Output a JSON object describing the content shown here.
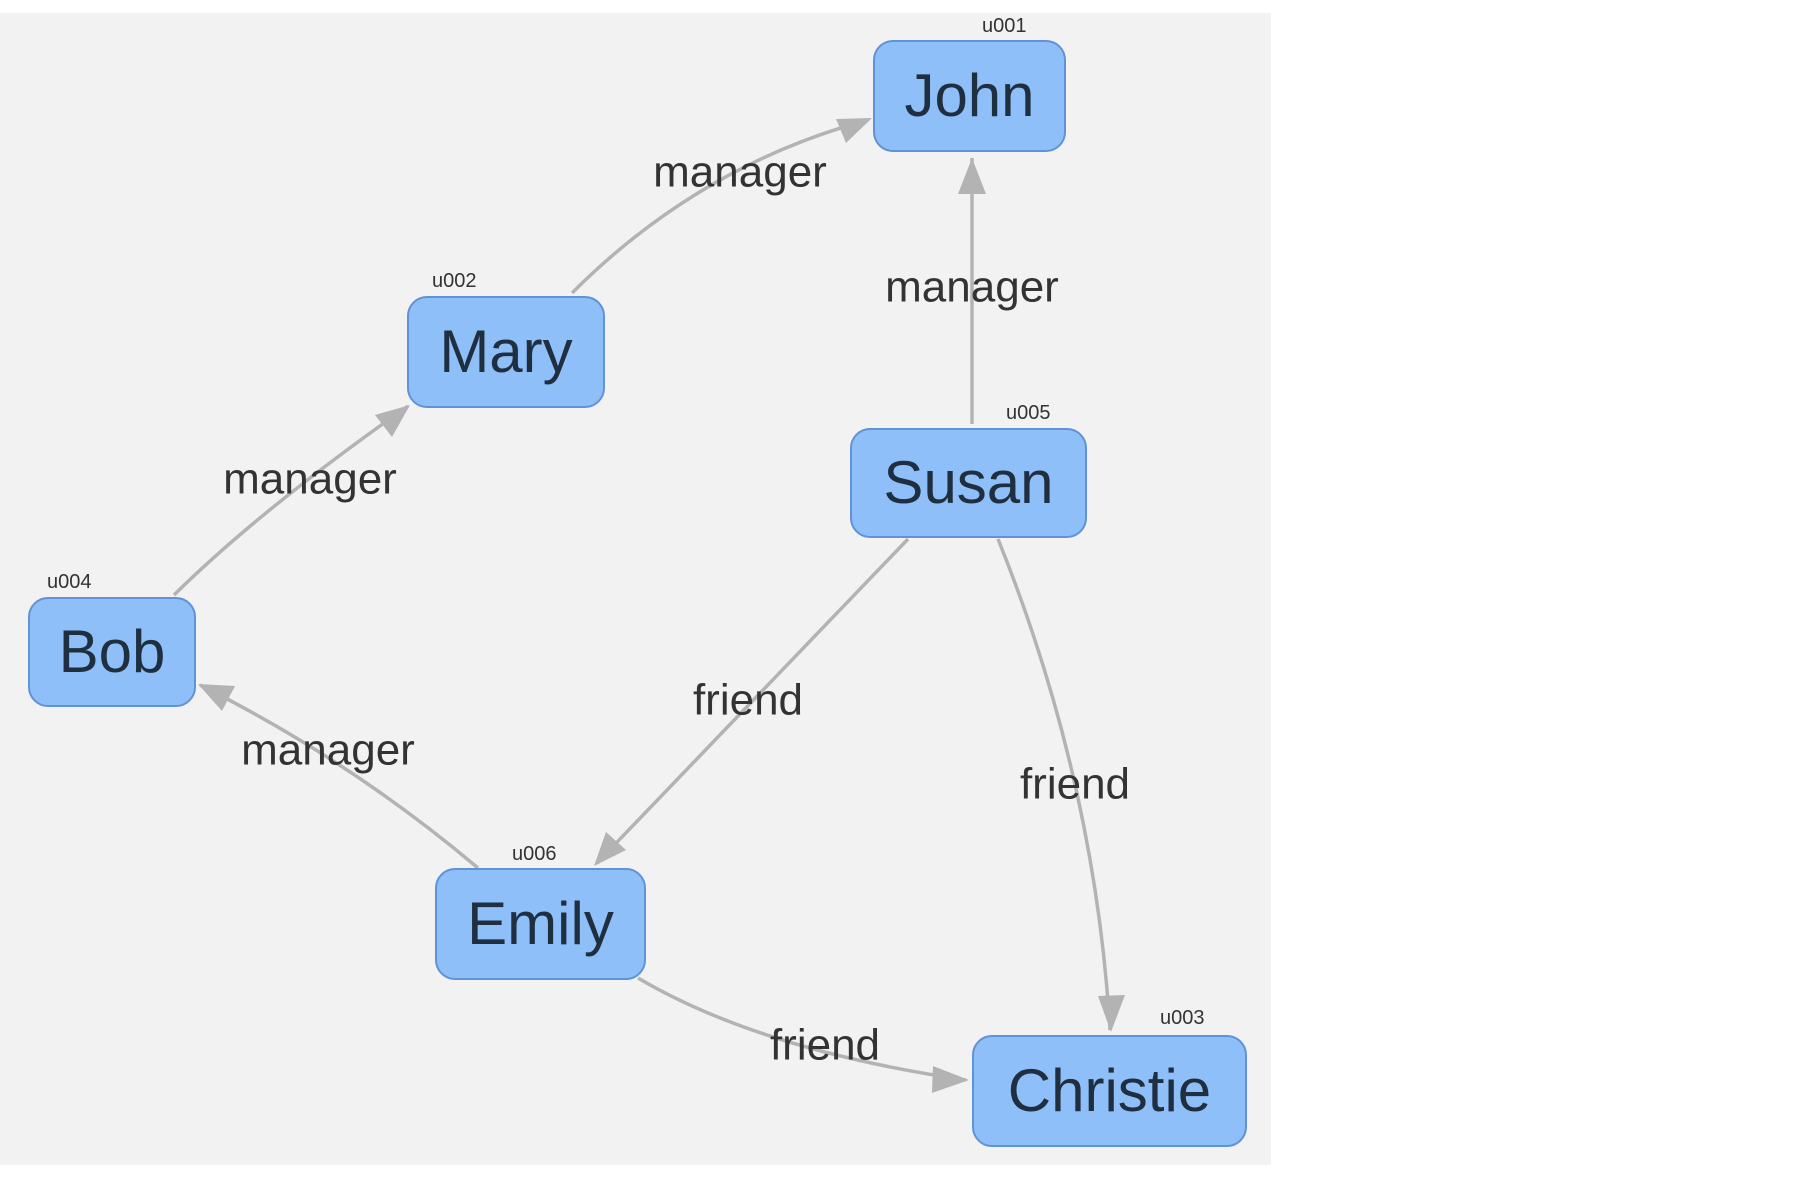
{
  "diagram": {
    "nodes": [
      {
        "key": "john",
        "name": "John",
        "id": "u001"
      },
      {
        "key": "mary",
        "name": "Mary",
        "id": "u002"
      },
      {
        "key": "susan",
        "name": "Susan",
        "id": "u005"
      },
      {
        "key": "bob",
        "name": "Bob",
        "id": "u004"
      },
      {
        "key": "emily",
        "name": "Emily",
        "id": "u006"
      },
      {
        "key": "christie",
        "name": "Christie",
        "id": "u003"
      }
    ],
    "edges": [
      {
        "from": "mary",
        "to": "john",
        "label": "manager"
      },
      {
        "from": "susan",
        "to": "john",
        "label": "manager"
      },
      {
        "from": "bob",
        "to": "mary",
        "label": "manager"
      },
      {
        "from": "emily",
        "to": "bob",
        "label": "manager"
      },
      {
        "from": "susan",
        "to": "emily",
        "label": "friend"
      },
      {
        "from": "susan",
        "to": "christie",
        "label": "friend"
      },
      {
        "from": "emily",
        "to": "christie",
        "label": "friend"
      }
    ],
    "colors": {
      "node_fill": "#8fbff9",
      "node_border": "#5f93d6",
      "edge": "#b3b3b3",
      "background": "#f2f2f2"
    }
  }
}
